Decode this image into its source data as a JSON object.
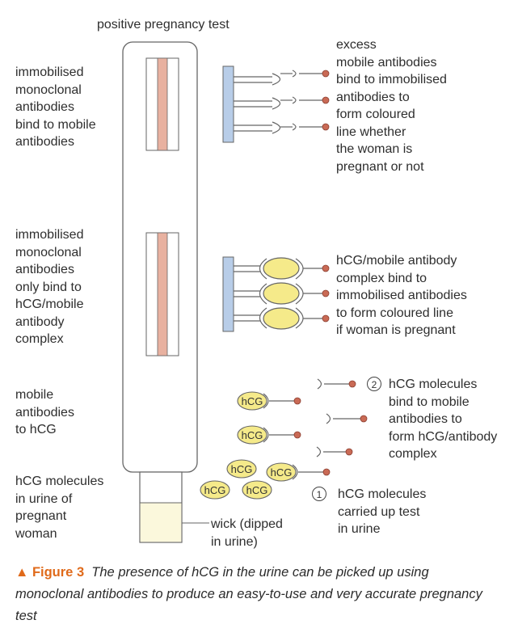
{
  "title": "positive pregnancy test",
  "left_labels": {
    "control": "immobilised\nmonoclonal\nantibodies\nbind to mobile\nantibodies",
    "test": "immobilised\nmonoclonal\nantibodies\nonly bind to\nhCG/mobile\nantibody\ncomplex",
    "mobile": "mobile\nantibodies\nto hCG",
    "urine": "hCG molecules\nin urine of\npregnant\nwoman"
  },
  "right_labels": {
    "control": "excess\nmobile antibodies\nbind to immobilised\nantibodies to\nform coloured\nline whether\nthe woman is\npregnant or not",
    "test": "hCG/mobile antibody\ncomplex bind to\nimmobilised antibodies\nto form coloured line\nif woman is pregnant",
    "step2_num": "2",
    "step2": "hCG molecules\nbind to mobile\nantibodies to\nform hCG/antibody\ncomplex",
    "step1_num": "1",
    "step1": "hCG molecules\ncarried up test\nin urine",
    "wick": "wick (dipped\nin urine)"
  },
  "molecule_label": "hCG",
  "caption": {
    "label": "Figure 3",
    "text": "The presence of hCG in the urine can be picked up using monoclonal antibodies to produce an easy-to-use and very accurate pregnancy test"
  },
  "colors": {
    "stripe": "#e8b1a0",
    "antibody_bar": "#b8cde8",
    "antibody_dot": "#c96a55",
    "hcg_fill": "#f5ea8a",
    "wick_fill": "#fbf8dc",
    "accent": "#e06a1a"
  }
}
